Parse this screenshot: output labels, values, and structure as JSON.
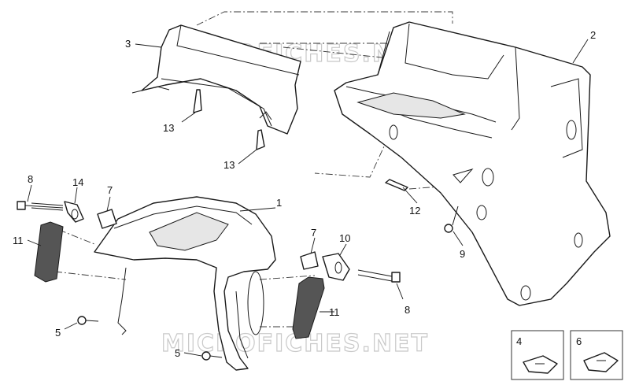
{
  "watermark": {
    "top": "MICROFICHES.NET",
    "bottom": "MICROFICHES.NET"
  },
  "callouts": {
    "front_fender": "1",
    "rear_inner_fender": "2",
    "upper_cover": "3",
    "clip_nut_4": "4",
    "screw_5_left": "5",
    "screw_5_bottom": "5",
    "clip_nut_6": "6",
    "spacer_7_left": "7",
    "spacer_7_right": "7",
    "bolt_8_left": "8",
    "bolt_8_right": "8",
    "screw_9": "9",
    "bracket_10": "10",
    "reflector_11_left": "11",
    "reflector_11_right": "11",
    "screw_12": "12",
    "screw_13_upper": "13",
    "screw_13_lower": "13",
    "bracket_14": "14"
  }
}
